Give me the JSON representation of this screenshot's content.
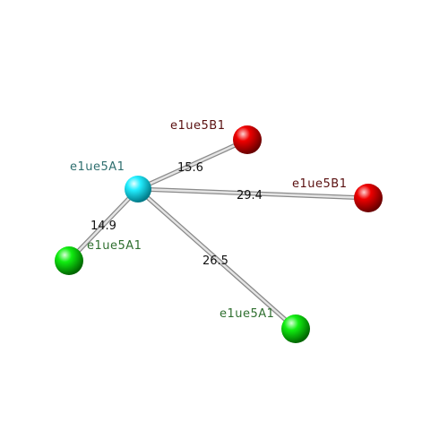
{
  "nodes": [
    {
      "id": "center",
      "label": "e1ue5A1",
      "color": "#00e0f0",
      "label_color": "#2f6f6f"
    },
    {
      "id": "red_top",
      "label": "e1ue5B1",
      "color": "#ff0000",
      "label_color": "#5a1010"
    },
    {
      "id": "red_right",
      "label": "e1ue5B1",
      "color": "#ff0000",
      "label_color": "#5a1010"
    },
    {
      "id": "green_left",
      "label": "e1ue5A1",
      "color": "#00e000",
      "label_color": "#2f6f2f"
    },
    {
      "id": "green_bottom",
      "label": "e1ue5A1",
      "color": "#00e000",
      "label_color": "#2f6f2f"
    }
  ],
  "edges": [
    {
      "from": "center",
      "to": "red_top",
      "label": "15.6"
    },
    {
      "from": "center",
      "to": "red_right",
      "label": "29.4"
    },
    {
      "from": "center",
      "to": "green_left",
      "label": "14.9"
    },
    {
      "from": "center",
      "to": "green_bottom",
      "label": "26.5"
    }
  ]
}
